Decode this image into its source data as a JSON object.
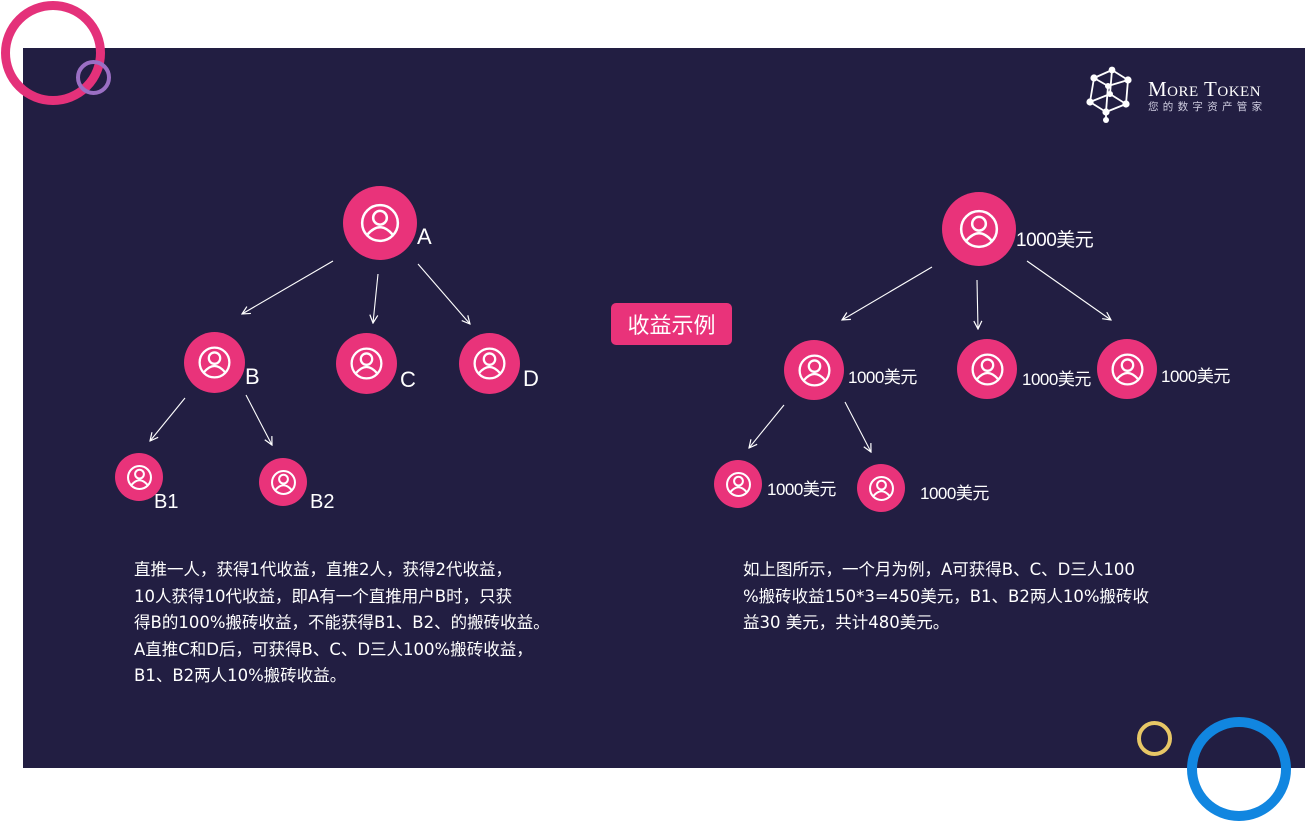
{
  "logo": {
    "title": "More Token",
    "subtitle": "您的数字资产管家"
  },
  "center_label": "收益示例",
  "left_tree": {
    "nodes": {
      "A": "A",
      "B": "B",
      "C": "C",
      "D": "D",
      "B1": "B1",
      "B2": "B2"
    }
  },
  "right_tree": {
    "amount_label": "1000美元",
    "nodes": {
      "root": "1000美元",
      "b": "1000美元",
      "c": "1000美元",
      "d": "1000美元",
      "b1": "1000美元",
      "b2": "1000美元"
    }
  },
  "left_text": [
    "直推一人，获得1代收益，直推2人，获得2代收益，",
    "10人获得10代收益，即A有一个直推用户B时，只获",
    "得B的100%搬砖收益，不能获得B1、B2、的搬砖收益。",
    "A直推C和D后，可获得B、C、D三人100%搬砖收益，",
    "B1、B2两人10%搬砖收益。"
  ],
  "right_text": [
    "如上图所示，一个月为例，A可获得B、C、D三人100",
    "%搬砖收益150*3=450美元，B1、B2两人10%搬砖收",
    "益30 美元，共计480美元。"
  ],
  "colors": {
    "panel": "#221e42",
    "node": "#e9337a",
    "deco_pink": "#e4317a",
    "deco_purple": "#9b6fc4",
    "deco_yellow": "#e7c766",
    "deco_blue": "#1186e0"
  },
  "icons": {
    "node_icon": "user-circle-icon",
    "logo_icon": "cube-network-icon"
  }
}
